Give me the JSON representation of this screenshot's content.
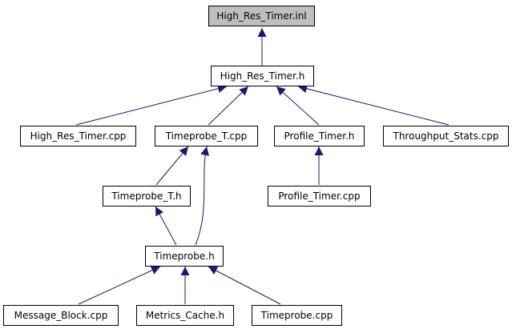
{
  "diagram": {
    "nodes": {
      "root": "High_Res_Timer.inl",
      "hrt_h": "High_Res_Timer.h",
      "hrt_cpp": "High_Res_Timer.cpp",
      "tpT_cpp": "Timeprobe_T.cpp",
      "pt_h": "Profile_Timer.h",
      "ts_cpp": "Throughput_Stats.cpp",
      "tpT_h": "Timeprobe_T.h",
      "pt_cpp": "Profile_Timer.cpp",
      "tp_h": "Timeprobe.h",
      "mb_cpp": "Message_Block.cpp",
      "mc_h": "Metrics_Cache.h",
      "tp_cpp": "Timeprobe.cpp"
    },
    "edge_color": "#191970"
  }
}
